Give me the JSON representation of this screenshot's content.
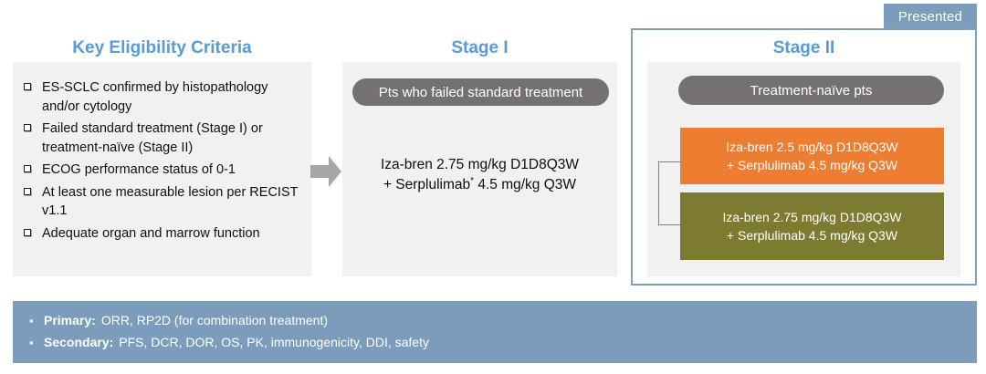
{
  "colors": {
    "heading_blue": "#5b9bd5",
    "panel_gray": "#f1f1f1",
    "pill_gray": "#767171",
    "arrow_gray": "#a6a6a6",
    "arm_orange": "#ed7d31",
    "arm_olive": "#7c7b30",
    "accent_steel_blue": "#7b9cba",
    "stage2_border": "#7fa0bd",
    "bracket_gray": "#808080"
  },
  "eligibility": {
    "title": "Key Eligibility Criteria",
    "bullet_icon": "checkbox-square",
    "items": [
      "ES-SCLC confirmed by histopathology and/or cytology",
      "Failed standard treatment (Stage I) or treatment-naïve (Stage II)",
      "ECOG performance status of 0-1",
      "At least one measurable lesion per RECIST v1.1",
      "Adequate organ and marrow function"
    ]
  },
  "flow_arrow": {
    "icon": "arrow-right-icon",
    "direction": "right"
  },
  "stage1": {
    "title": "Stage I",
    "population_pill": "Pts who failed standard treatment",
    "regimen_line1": "Iza-bren 2.75 mg/kg D1D8Q3W",
    "regimen_line2_prefix": "+ Serplulimab",
    "regimen_line2_footnote": "*",
    "regimen_line2_suffix": " 4.5 mg/kg Q3W"
  },
  "stage2": {
    "badge": "Presented",
    "title": "Stage II",
    "population_pill": "Treatment-naïve pts",
    "arms": [
      {
        "line1": "Iza-bren 2.5 mg/kg D1D8Q3W",
        "line2": "+ Serplulimab 4.5 mg/kg Q3W",
        "color": "#ed7d31"
      },
      {
        "line1": "Iza-bren 2.75 mg/kg D1D8Q3W",
        "line2": "+ Serplulimab 4.5 mg/kg Q3W",
        "color": "#7c7b30"
      }
    ]
  },
  "endpoints": {
    "bullet_icon": "square-bullet",
    "rows": [
      {
        "label": "Primary:",
        "value": "ORR, RP2D (for combination treatment)"
      },
      {
        "label": "Secondary:",
        "value": "PFS, DCR, DOR, OS, PK, immunogenicity, DDI, safety"
      }
    ]
  }
}
